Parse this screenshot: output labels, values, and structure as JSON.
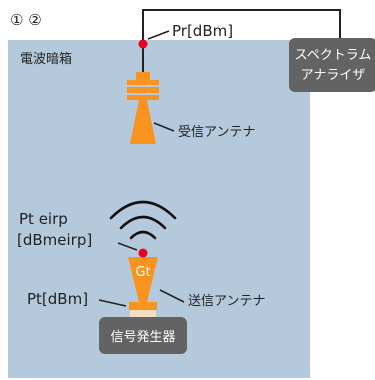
{
  "header": {
    "markers": "① ②"
  },
  "chamber": {
    "label": "電波暗箱"
  },
  "analyzer": {
    "line1": "スペクトラム",
    "line2": "アナライザ"
  },
  "receive": {
    "power_label": "Pr[dBm]",
    "antenna_label": "受信アンテナ"
  },
  "transmit": {
    "eirp_line1": "Pt eirp",
    "eirp_line2": "[dBmeirp]",
    "gain_label": "Gt",
    "power_label": "Pt[dBm]",
    "antenna_label": "送信アンテナ"
  },
  "generator": {
    "label": "信号発生器"
  },
  "colors": {
    "chamber_fill": "#b4cadc",
    "antenna_orange": "#f7931e",
    "box_gray": "#636363",
    "point_red": "#e8001c",
    "connector_base": "#f2dfc0",
    "line_dark": "#222222"
  }
}
